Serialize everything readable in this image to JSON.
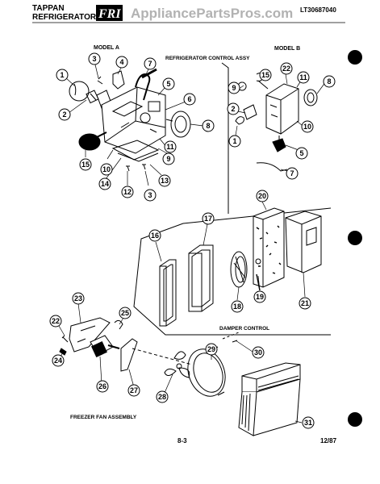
{
  "header": {
    "brand_line1": "TAPPAN",
    "brand_line2": "REFRIGERATOR",
    "logo_text": "FRI",
    "watermark": "AppliancePartsPros.com",
    "model_number": "LT30687040"
  },
  "sections": {
    "model_a": "MODEL A",
    "model_b": "MODEL B",
    "control_assy": "REFRIGERATOR CONTROL ASSY",
    "damper_control": "DAMPER CONTROL",
    "freezer_fan": "FREEZER FAN ASSEMBLY"
  },
  "footer": {
    "page_code": "8-3",
    "date": "12/87"
  },
  "callouts": {
    "a1": "1",
    "a2": "2",
    "a3": "3",
    "a4": "4",
    "a5": "5",
    "a6": "6",
    "a7": "7",
    "a8": "8",
    "a9": "9",
    "a10": "10",
    "a11": "11",
    "a12": "12",
    "a13": "13",
    "a14": "14",
    "a3b": "3",
    "a15": "15",
    "b9": "9",
    "b15": "15",
    "b22": "22",
    "b11": "11",
    "b8": "8",
    "b2": "2",
    "b1": "1",
    "b10": "10",
    "b5": "5",
    "b7": "7",
    "d16": "16",
    "d17": "17",
    "d20": "20",
    "d18": "18",
    "d19": "19",
    "d21": "21",
    "f22": "22",
    "f23": "23",
    "f25": "25",
    "f24": "24",
    "f26": "26",
    "f27": "27",
    "f28": "28",
    "f29": "29",
    "f30": "30",
    "f31": "31"
  }
}
